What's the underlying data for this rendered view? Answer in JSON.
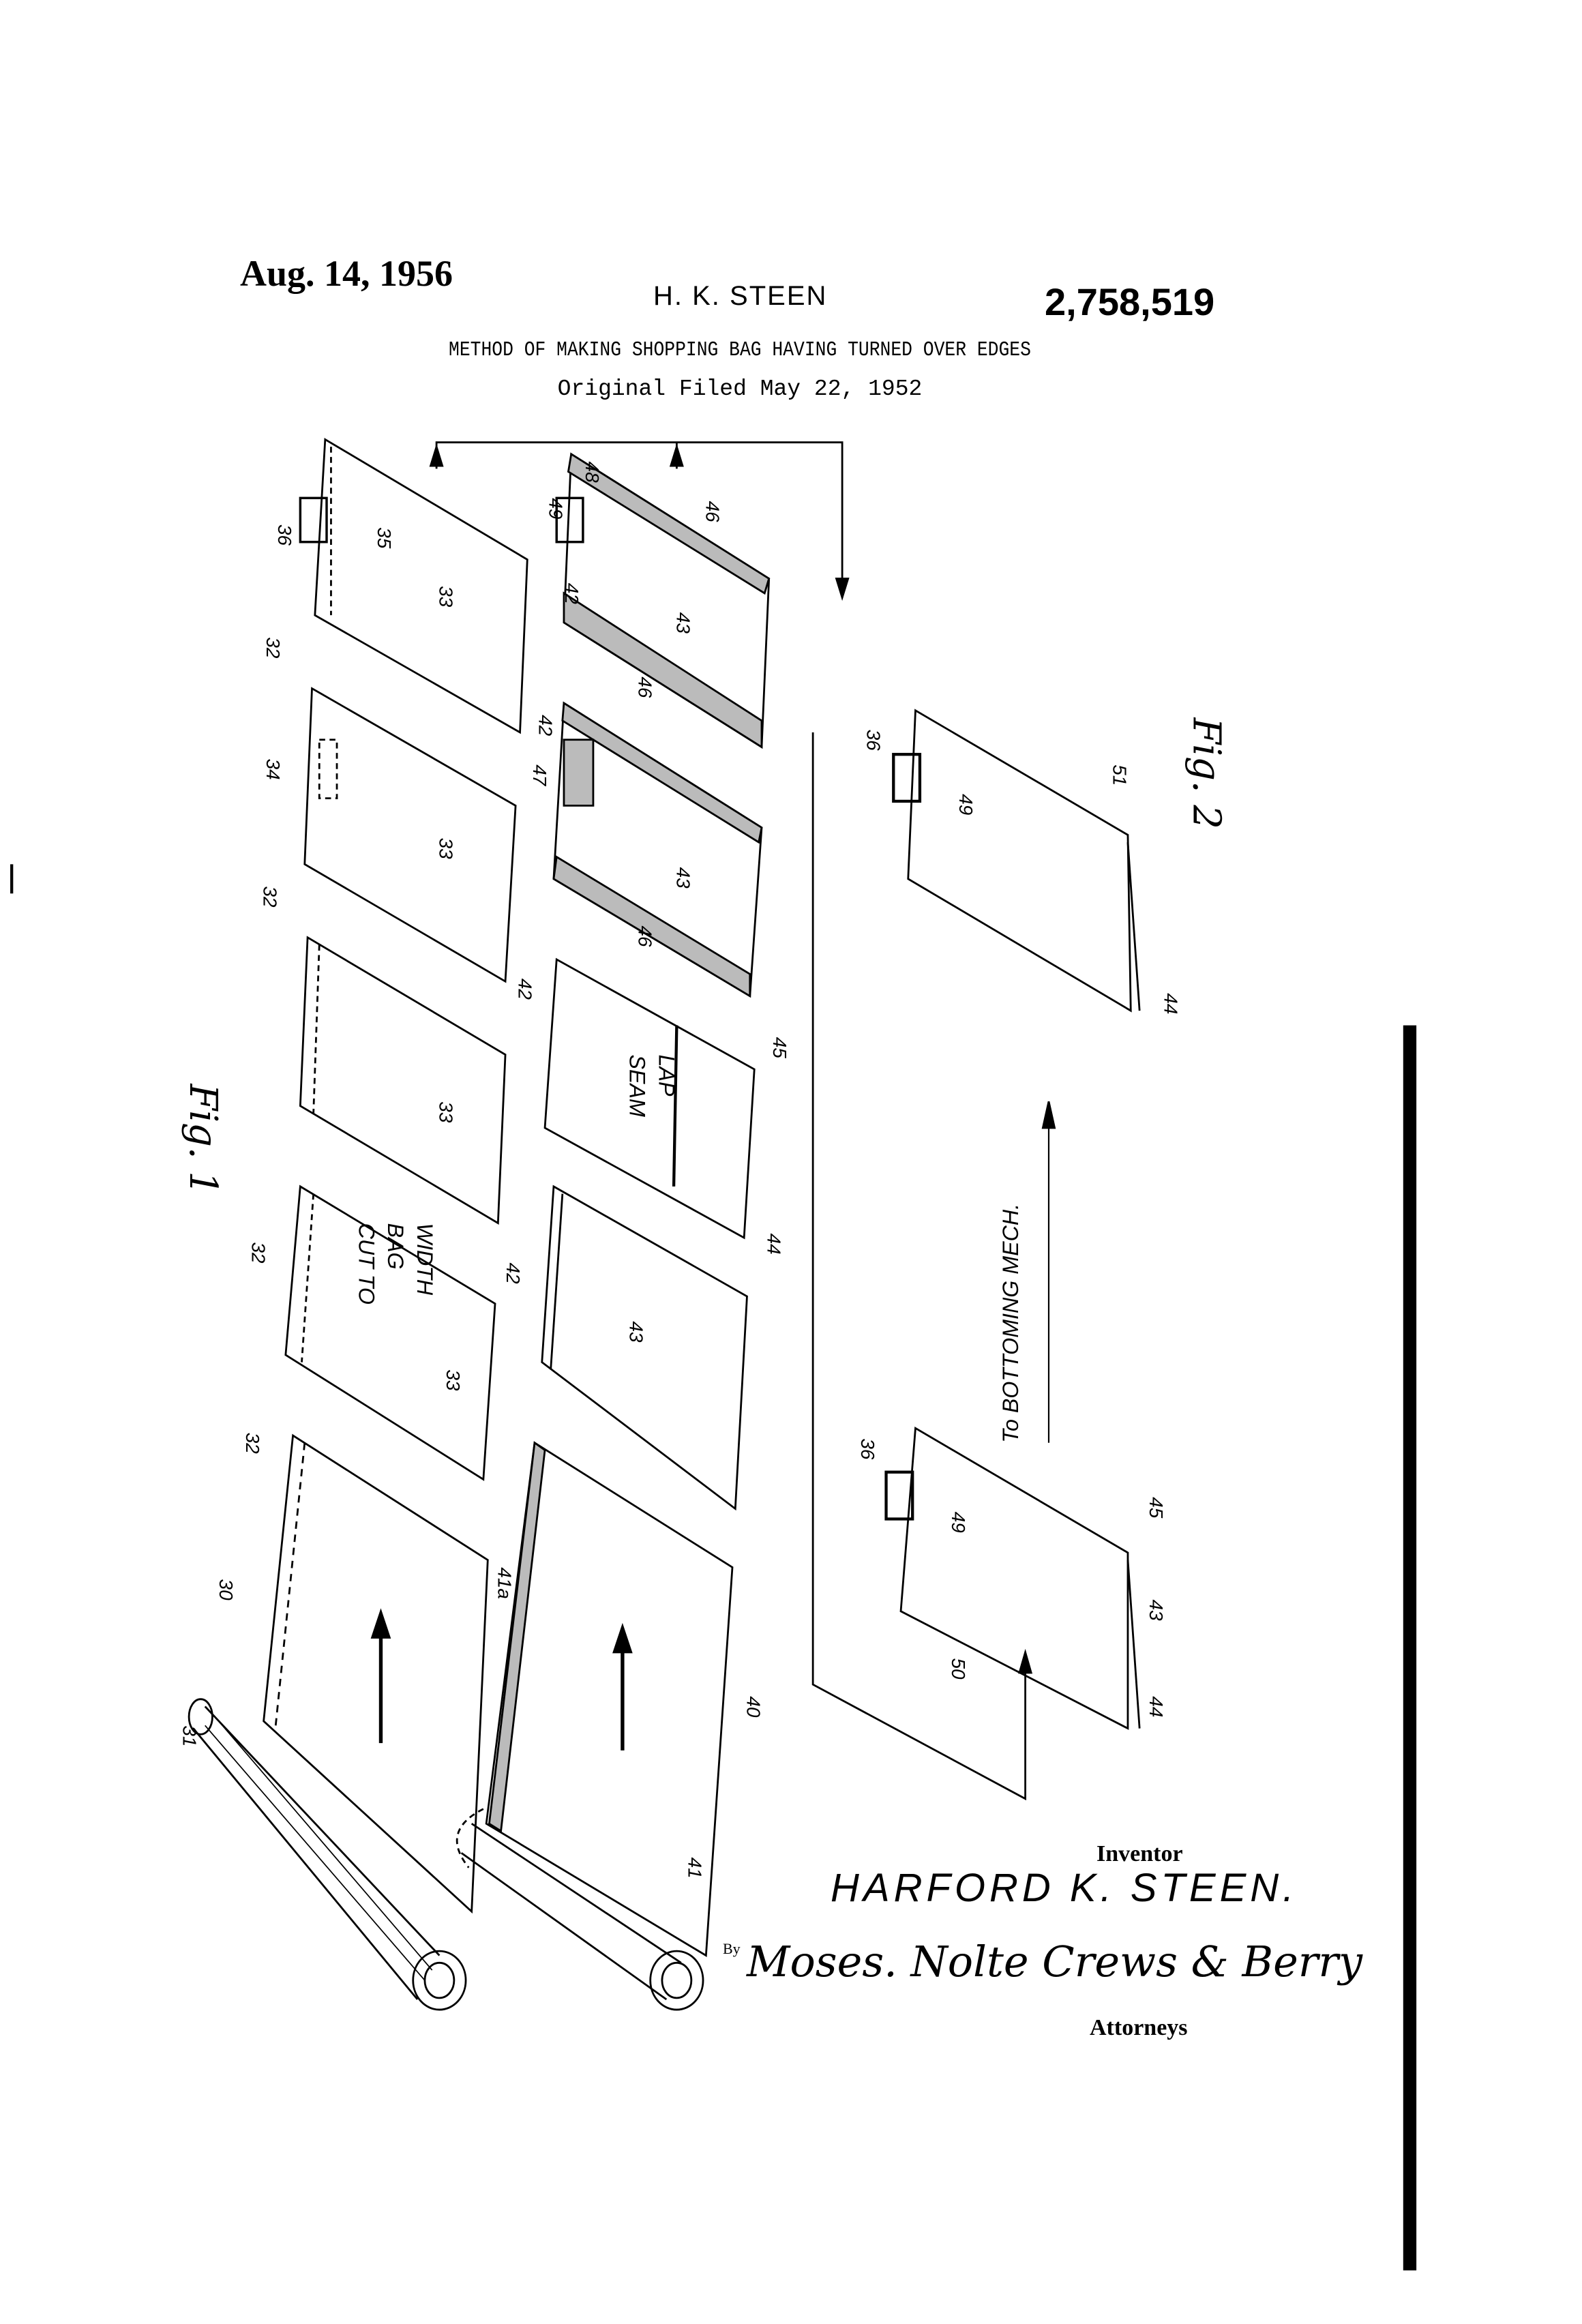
{
  "header": {
    "date": "Aug. 14, 1956",
    "inventor": "H. K. STEEN",
    "patent_number": "2,758,519",
    "title": "METHOD OF MAKING SHOPPING BAG HAVING TURNED OVER EDGES",
    "filed": "Original Filed May 22, 1952"
  },
  "figures": {
    "fig1": "Fig. 1",
    "fig2": "Fig. 2"
  },
  "annotations": {
    "cut": [
      "CUT TO",
      "BAG",
      "WIDTH"
    ],
    "seam": [
      "SEAM",
      "LAP"
    ],
    "bottoming": "To BOTTOMING MECH."
  },
  "labels": [
    "36",
    "35",
    "33",
    "32",
    "34",
    "33",
    "32",
    "33",
    "32",
    "33",
    "32",
    "30",
    "31",
    "49",
    "48",
    "46",
    "42",
    "43",
    "42",
    "46",
    "47",
    "43",
    "46",
    "42",
    "45",
    "44",
    "42",
    "43",
    "41a",
    "40",
    "41",
    "36",
    "49",
    "51",
    "44",
    "36",
    "49",
    "45",
    "43",
    "50",
    "44"
  ],
  "signature": {
    "inventor_label": "Inventor",
    "inventor_name": "HARFORD K. STEEN.",
    "by": "By",
    "attorney_signature": "Moses. Nolte Crews & Berry",
    "attorneys_label": "Attorneys"
  }
}
